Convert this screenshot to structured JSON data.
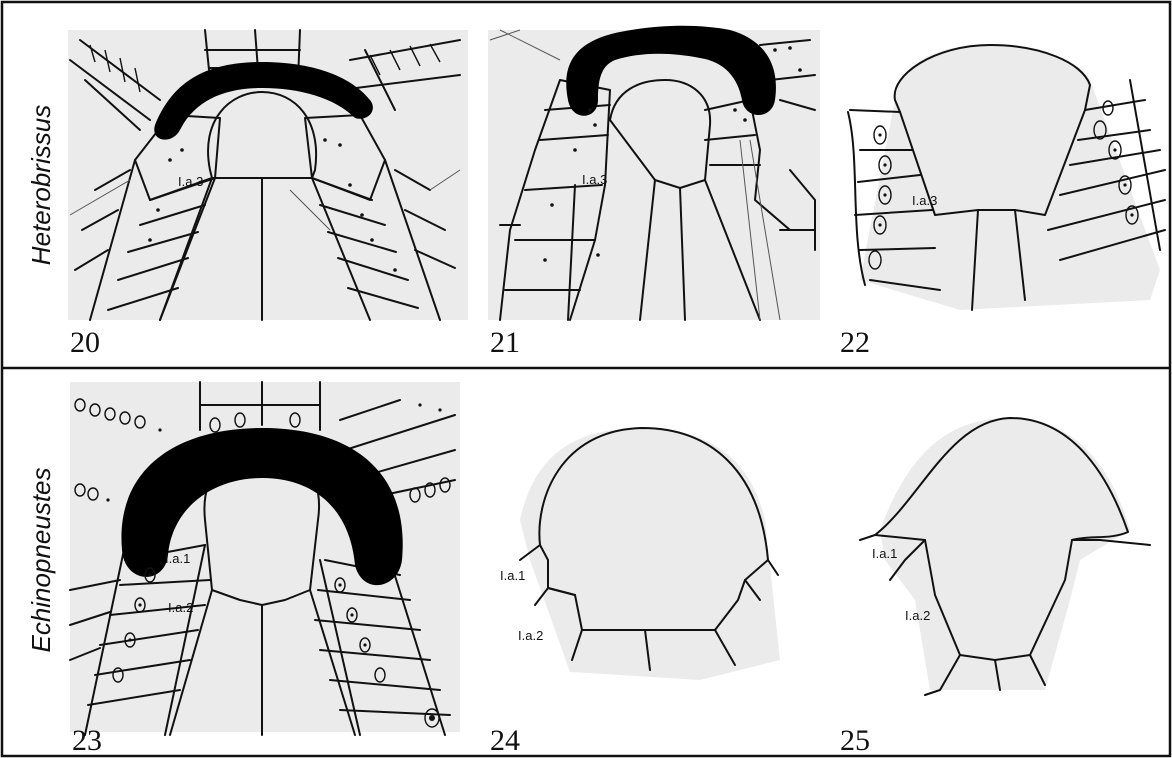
{
  "rows": [
    {
      "genus": "Heterobrissus",
      "panels": [
        {
          "number": "20",
          "plate_labels": [
            "I.a.3"
          ]
        },
        {
          "number": "21",
          "plate_labels": [
            "I.a.3"
          ]
        },
        {
          "number": "22",
          "plate_labels": [
            "I.a.3"
          ]
        }
      ]
    },
    {
      "genus": "Echinopneustes",
      "panels": [
        {
          "number": "23",
          "plate_labels": [
            "I.a.1",
            "I.a.2"
          ]
        },
        {
          "number": "24",
          "plate_labels": [
            "I.a.1",
            "I.a.2"
          ]
        },
        {
          "number": "25",
          "plate_labels": [
            "I.a.1",
            "I.a.2"
          ]
        }
      ]
    }
  ]
}
